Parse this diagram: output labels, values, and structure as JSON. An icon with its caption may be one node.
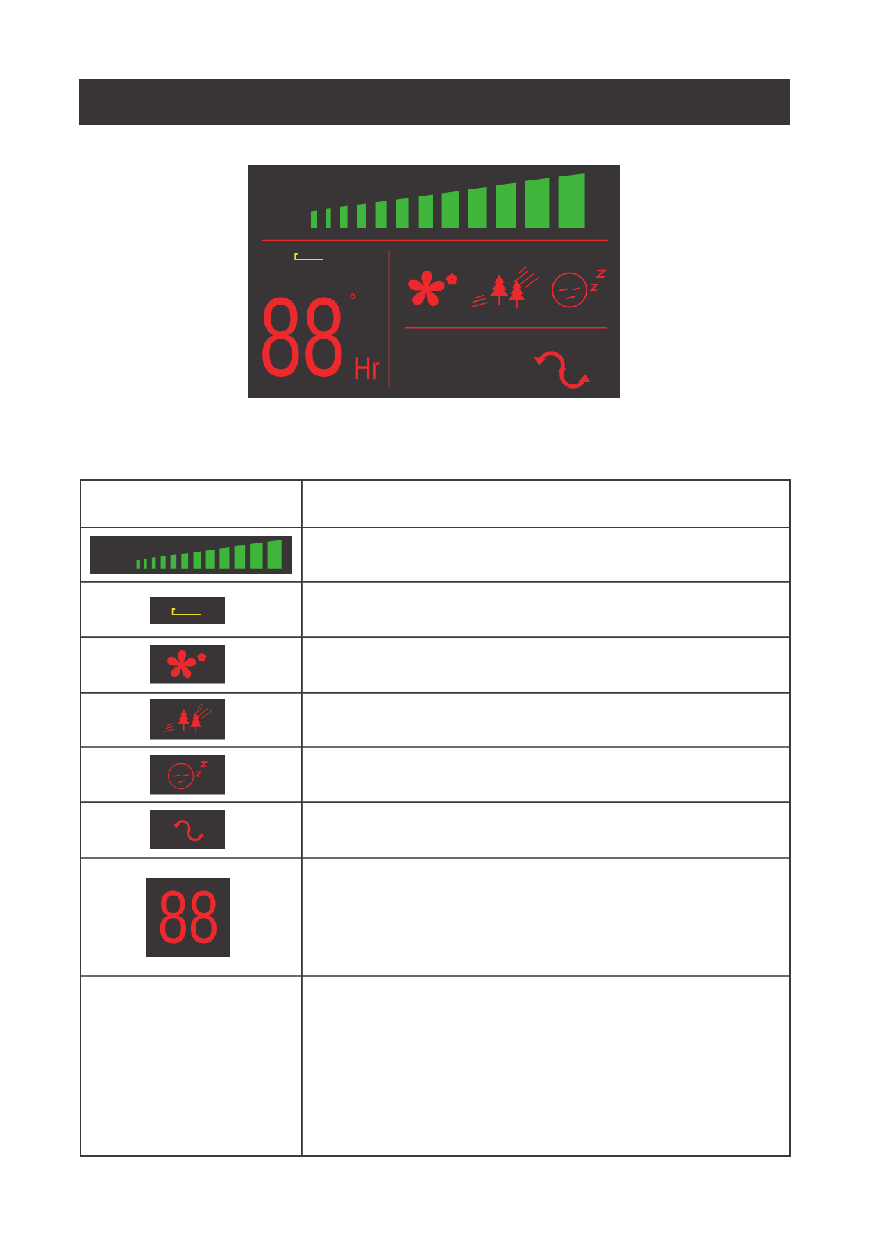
{
  "diagram": {
    "labels": [
      "88",
      "°",
      "Hr",
      "88"
    ]
  }
}
